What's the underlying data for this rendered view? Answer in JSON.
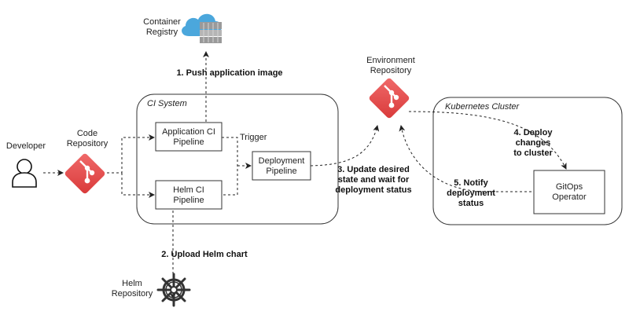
{
  "nodes": {
    "developer": "Developer",
    "code_repo": [
      "Code",
      "Repository"
    ],
    "container_registry": [
      "Container",
      "Registry"
    ],
    "app_ci": [
      "Application CI",
      "Pipeline"
    ],
    "helm_ci": [
      "Helm CI",
      "Pipeline"
    ],
    "deployment": [
      "Deployment",
      "Pipeline"
    ],
    "env_repo": [
      "Environment",
      "Repository"
    ],
    "helm_repo": [
      "Helm",
      "Repository"
    ],
    "gitops": [
      "GitOps",
      "Operator"
    ]
  },
  "groups": {
    "ci_system": "CI System",
    "k8s_cluster": "Kubernetes Cluster"
  },
  "edges": {
    "trigger": "Trigger",
    "step1": "1. Push application image",
    "step2": "2. Upload Helm chart",
    "step3": [
      "3. Update desired",
      "state and wait for",
      "deployment status"
    ],
    "step4": [
      "4. Deploy",
      "changes",
      "to cluster"
    ],
    "step5": [
      "5. Notify",
      "deployment",
      "status"
    ]
  },
  "colors": {
    "git_red": "#e5484d",
    "cloud_blue": "#4ba7dc"
  }
}
